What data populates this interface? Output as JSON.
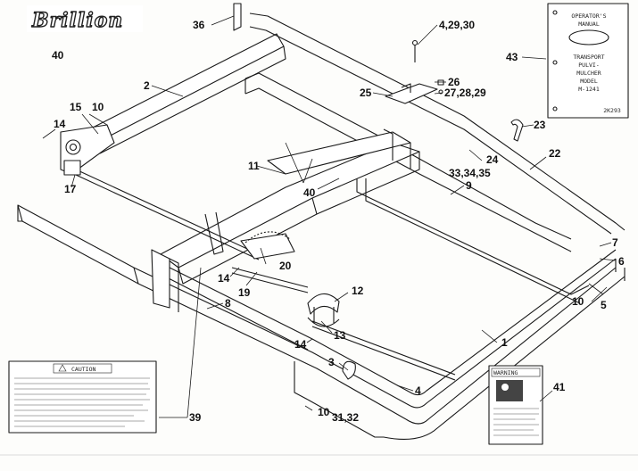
{
  "brand": {
    "logo_text": "Brillion"
  },
  "callouts": {
    "c40a": "40",
    "c36": "36",
    "c4_29_30": "4,29,30",
    "c43": "43",
    "c2": "2",
    "c26": "26",
    "c27": "27,28,29",
    "c25": "25",
    "c15": "15",
    "c14a": "14",
    "c10a": "10",
    "c23": "23",
    "c24": "24",
    "c22": "22",
    "c17": "17",
    "c11": "11",
    "c33": "33,34,35",
    "c40b": "40",
    "c9": "9",
    "c7": "7",
    "c6": "6",
    "c20": "20",
    "c12": "12",
    "c19": "19",
    "c14b": "14",
    "c10b": "10",
    "c5": "5",
    "c8": "8",
    "c13": "13",
    "c14c": "14",
    "c1": "1",
    "c3": "3",
    "c4": "4",
    "c41": "41",
    "c10c": "10",
    "c31": "31,32",
    "c39": "39"
  },
  "manual": {
    "line1": "OPERATOR'S",
    "line2": "MANUAL",
    "line3": "TRANSPORT",
    "line4": "PULVI-",
    "line5": "MULCHER",
    "line6": "MODEL",
    "line7": "M-1241",
    "code": "2K293"
  },
  "caution": {
    "title": "CAUTION"
  },
  "warning": {
    "title": "WARNING"
  }
}
